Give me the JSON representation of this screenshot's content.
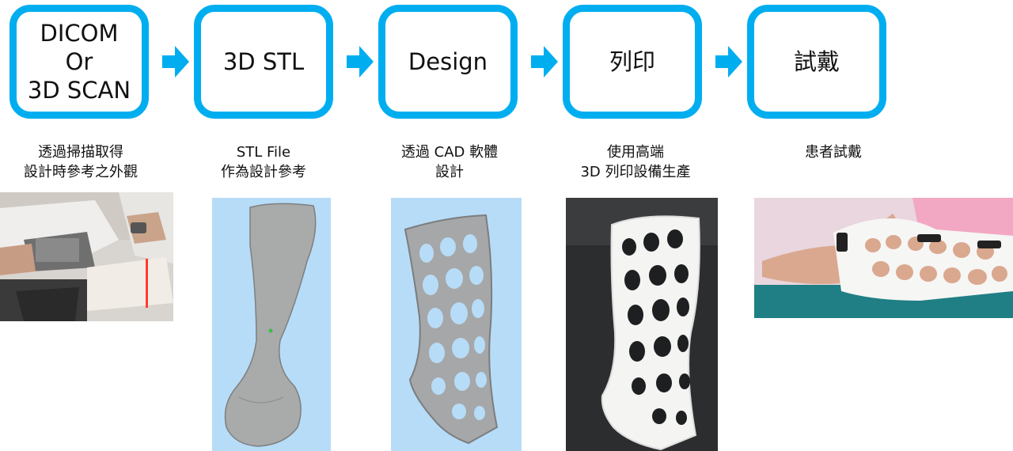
{
  "steps": [
    {
      "title": "DICOM\nOr\n3D SCAN",
      "caption": "透過掃描取得\n設計時參考之外觀"
    },
    {
      "title": "3D STL",
      "caption": "STL File\n作為設計參考"
    },
    {
      "title": "Design",
      "caption": "透過 CAD 軟體\n設計"
    },
    {
      "title": "列印",
      "caption": "使用高端\n3D 列印設備生產"
    },
    {
      "title": "試戴",
      "caption": "患者試戴"
    }
  ],
  "colors": {
    "accent": "#00aef0",
    "cad_bg": "#b7dcf7",
    "model_gray": "#a9aaaa"
  }
}
